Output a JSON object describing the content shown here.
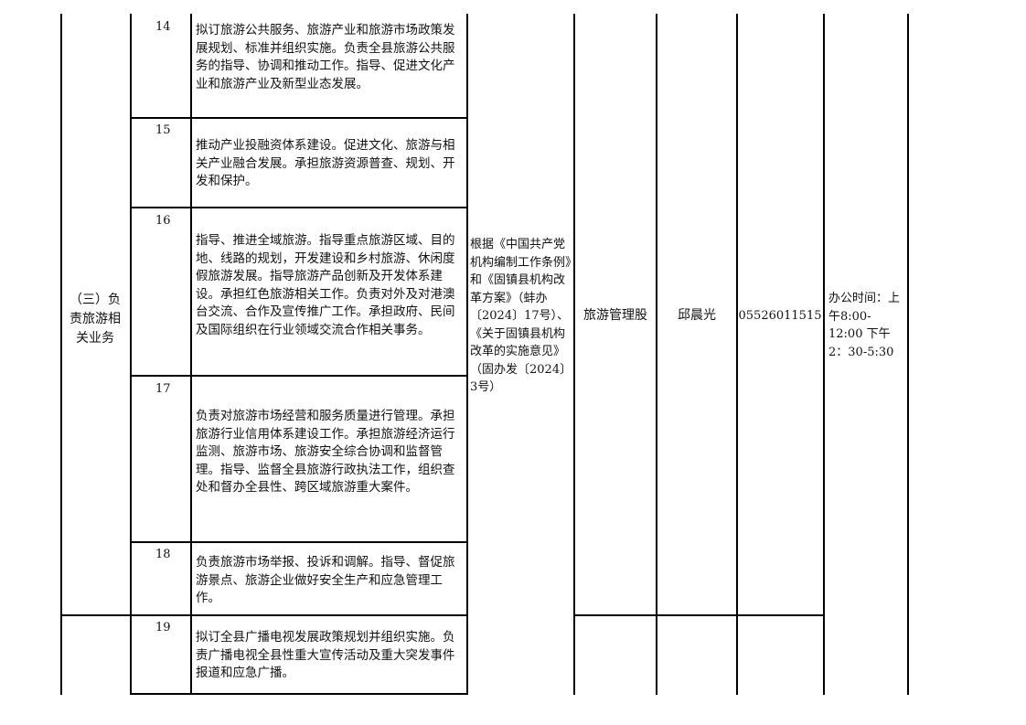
{
  "category": "（三）负责旅游相关业务",
  "rows": [
    {
      "num": "14",
      "text": "拟订旅游公共服务、旅游产业和旅游市场政策发展规划、标准并组织实施。负责全县旅游公共服务的指导、协调和推动工作。指导、促进文化产业和旅游产业及新型业态发展。"
    },
    {
      "num": "15",
      "text": "推动产业投融资体系建设。促进文化、旅游与相关产业融合发展。承担旅游资源普查、规划、开发和保护。"
    },
    {
      "num": "16",
      "text": "指导、推进全域旅游。指导重点旅游区域、目的地、线路的规划，开发建设和乡村旅游、休闲度假旅游发展。指导旅游产品创新及开发体系建设。承担红色旅游相关工作。负责对外及对港澳台交流、合作及宣传推广工作。承担政府、民间及国际组织在行业领域交流合作相关事务。"
    },
    {
      "num": "17",
      "text": "负责对旅游市场经营和服务质量进行管理。承担旅游行业信用体系建设工作。承担旅游经济运行监测、旅游市场、旅游安全综合协调和监督管理。指导、监督全县旅游行政执法工作，组织查处和督办全县性、跨区域旅游重大案件。"
    },
    {
      "num": "18",
      "text": "负责旅游市场举报、投诉和调解。指导、督促旅游景点、旅游企业做好安全生产和应急管理工作。"
    },
    {
      "num": "19",
      "text": "拟订全县广播电视发展政策规划并组织实施。负责广播电视全县性重大宣传活动及重大突发事件报道和应急广播。"
    }
  ],
  "basis": "根据《中国共产党机构编制工作条例》和《固镇县机构改革方案》（蚌办〔2024〕17号）、《关于固镇县机构改革的实施意见》（固办发〔2024〕3号）",
  "department": "旅游管理股",
  "person": "邱晨光",
  "phone": "05526011515",
  "hours": "办公时间：上午8:00-12:00 下午2：30-5:30"
}
